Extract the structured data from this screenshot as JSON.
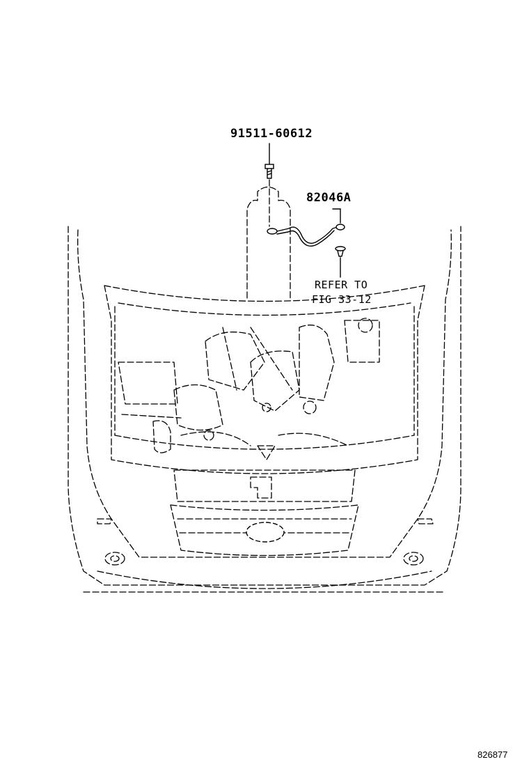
{
  "parts": {
    "bolt": {
      "number": "91511-60612"
    },
    "cable": {
      "number": "82046A"
    }
  },
  "reference": {
    "line1": "REFER TO",
    "line2": "FIG 33-12"
  },
  "illustration_id": "826877"
}
